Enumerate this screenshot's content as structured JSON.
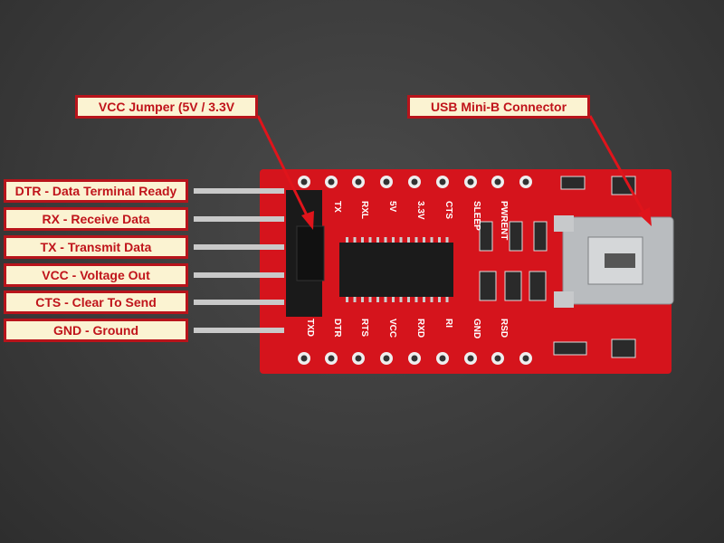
{
  "callouts": {
    "vcc_jumper": "VCC Jumper (5V / 3.3V",
    "usb": "USB Mini-B Connector"
  },
  "pins": [
    {
      "label": "DTR - Data Terminal Ready"
    },
    {
      "label": "RX - Receive Data"
    },
    {
      "label": "TX - Transmit Data"
    },
    {
      "label": "VCC - Voltage Out"
    },
    {
      "label": "CTS - Clear To Send"
    },
    {
      "label": "GND - Ground"
    }
  ],
  "board": {
    "top_silk": [
      "TX",
      "RXL",
      "5V",
      "3.3V",
      "CTS",
      "SLEEP",
      "PWRENT"
    ],
    "bottom_silk": [
      "TXD",
      "DTR",
      "RTS",
      "VCC",
      "RXD",
      "RI",
      "GND",
      "RSD"
    ],
    "colors": {
      "pcb": "#d5141c",
      "callout_border": "#b8141b",
      "callout_bg": "#fbf3d2"
    }
  }
}
